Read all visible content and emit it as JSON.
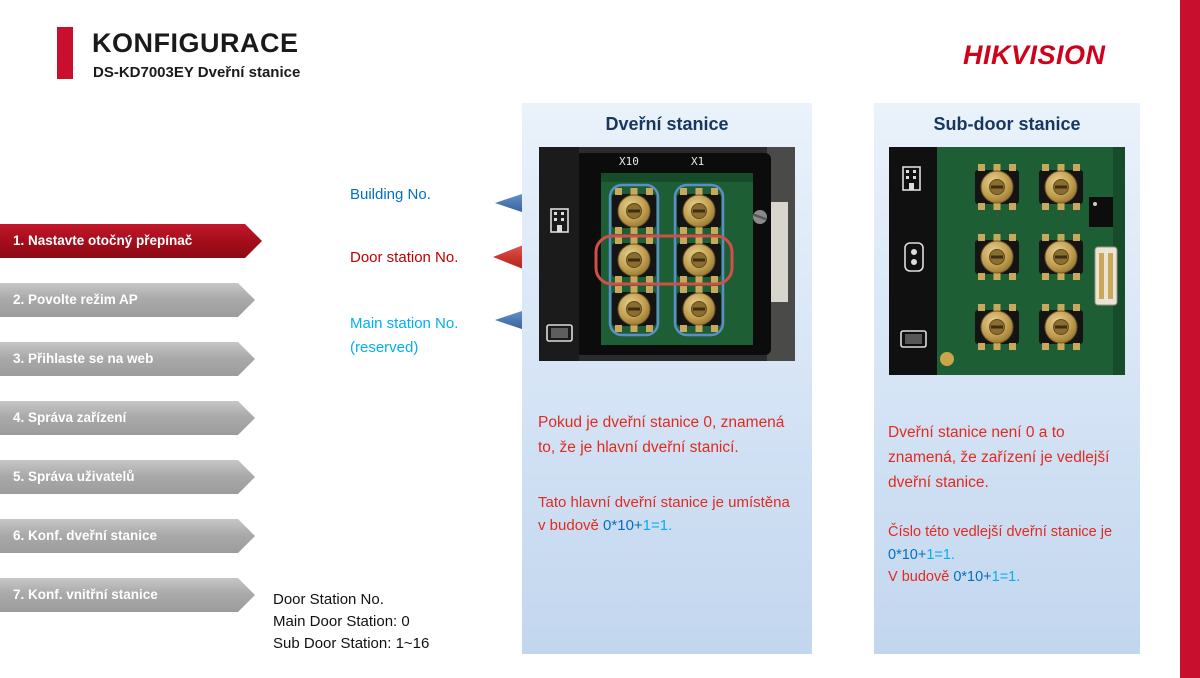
{
  "header": {
    "title": "KONFIGURACE",
    "subtitle": "DS-KD7003EY Dveřní stanice",
    "logo": "HIKVISION"
  },
  "steps": [
    {
      "label": "1. Nastavte otočný přepínač",
      "state": "active"
    },
    {
      "label": "2. Povolte režim AP",
      "state": "inactive"
    },
    {
      "label": "3. Přihlaste se na web",
      "state": "inactive"
    },
    {
      "label": "4. Správa zařízení",
      "state": "inactive"
    },
    {
      "label": "5. Správa uživatelů",
      "state": "inactive"
    },
    {
      "label": "6. Konf. dveřní stanice",
      "state": "inactive"
    },
    {
      "label": "7. Konf. vnitřní stanice",
      "state": "inactive"
    }
  ],
  "callouts": {
    "building": "Building No.",
    "door_station": "Door station No.",
    "main_station": "Main station No.",
    "main_station_note": "(reserved)"
  },
  "door_station_numbers": {
    "line1": "Door Station No.",
    "line2": "Main Door Station: 0",
    "line3": "Sub Door Station: 1~16"
  },
  "panel_main": {
    "title": "Dveřní stanice",
    "photo": {
      "x10": "X10",
      "x1": "X1"
    },
    "paragraph": "Pokud je dveřní stanice 0, znamená to, že je hlavní dveřní stanicí.",
    "note_text": "Tato hlavní dveřní stanice je umístěna v budově ",
    "note_formula_blue": "0*10+",
    "note_formula_cyan": "1=1."
  },
  "panel_sub": {
    "title": "Sub-door stanice",
    "paragraph": "Dveřní stanice není 0 a to znamená, že zařízení je vedlejší dveřní stanice.",
    "note1_text": "Číslo této vedlejší dveřní stanice je ",
    "note1_formula_blue": "0*10+",
    "note1_formula_cyan": "1=1.",
    "note2_text": "V budově ",
    "note2_formula_blue": "0*10+",
    "note2_formula_cyan": "1=1."
  },
  "colors": {
    "hikvision_red": "#c8102e",
    "step_active_red": "#a30d1a",
    "step_gray": "#a9a9a9",
    "panel_title_navy": "#17375e",
    "body_red": "#e02b20",
    "formula_blue": "#0070c0",
    "formula_cyan": "#00b0f0",
    "callout_blue": "#0070c0",
    "callout_cyan": "#00b0f0",
    "callout_red": "#c00000"
  }
}
